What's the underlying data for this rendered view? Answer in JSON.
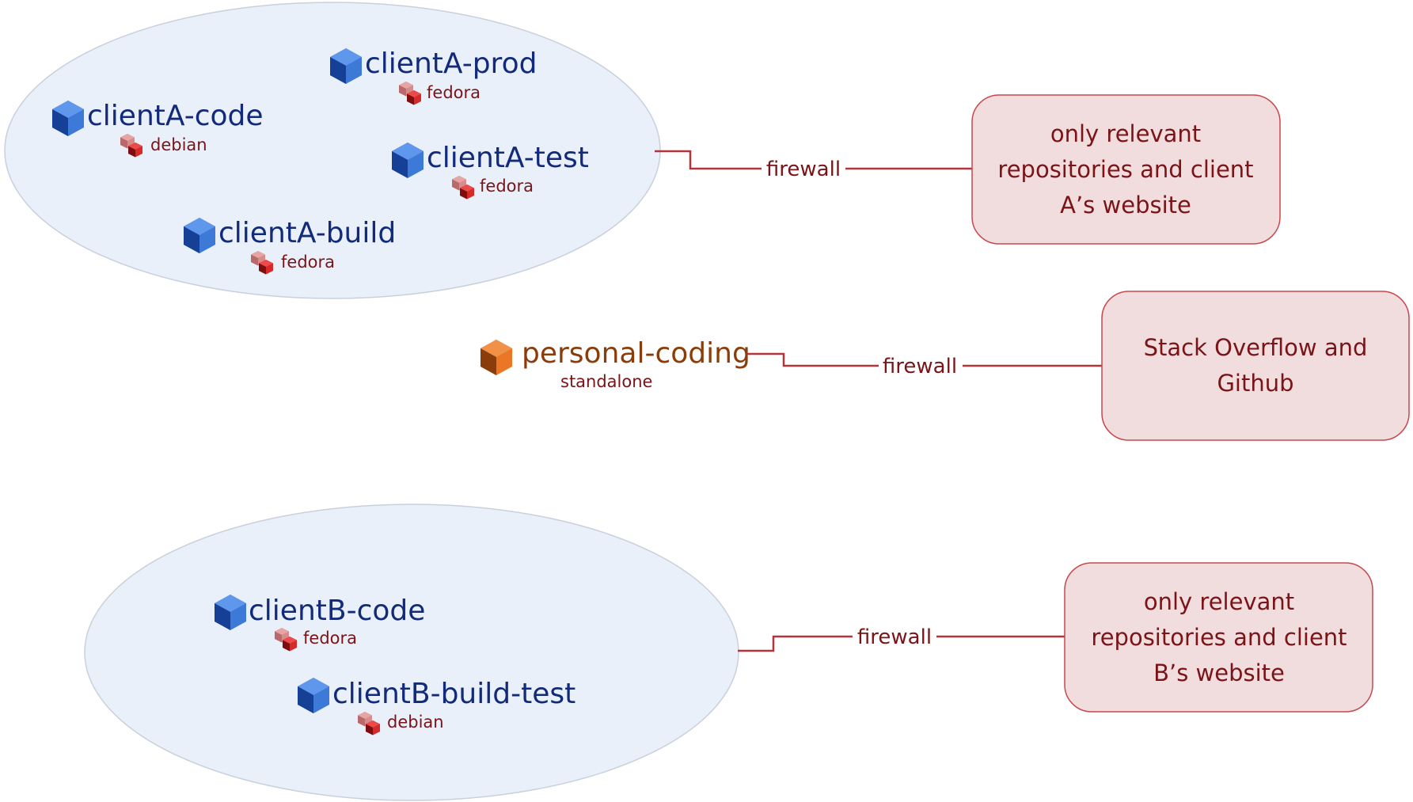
{
  "groups": [
    {
      "id": "client-a",
      "vms": [
        {
          "name": "clientA-prod",
          "template": "fedora"
        },
        {
          "name": "clientA-code",
          "template": "debian"
        },
        {
          "name": "clientA-test",
          "template": "fedora"
        },
        {
          "name": "clientA-build",
          "template": "fedora"
        }
      ],
      "firewall_label": "firewall",
      "network": [
        "only relevant",
        "repositories and client",
        "A’s website"
      ]
    },
    {
      "id": "personal",
      "vms": [
        {
          "name": "personal-coding",
          "template": "standalone"
        }
      ],
      "firewall_label": "firewall",
      "network": [
        "Stack Overflow and",
        "Github"
      ]
    },
    {
      "id": "client-b",
      "vms": [
        {
          "name": "clientB-code",
          "template": "fedora"
        },
        {
          "name": "clientB-build-test",
          "template": "debian"
        }
      ],
      "firewall_label": "firewall",
      "network": [
        "only relevant",
        "repositories and client",
        "B’s website"
      ]
    }
  ],
  "colors": {
    "group_fill": "#e9f0fa",
    "vm_name": "#122a7a",
    "standalone_name": "#8a3d0a",
    "template_text": "#7a1418",
    "firewall_line": "#b1353a",
    "network_box_fill": "#f1dddd",
    "network_box_stroke": "#c8484f",
    "vm_icon": "#3d7ad8",
    "standalone_icon": "#ea7626",
    "template_icon": "#d42a2a"
  },
  "icons": {
    "vm": "blue-cube-icon",
    "standalone": "orange-cube-icon",
    "template": "red-cubes-icon"
  }
}
